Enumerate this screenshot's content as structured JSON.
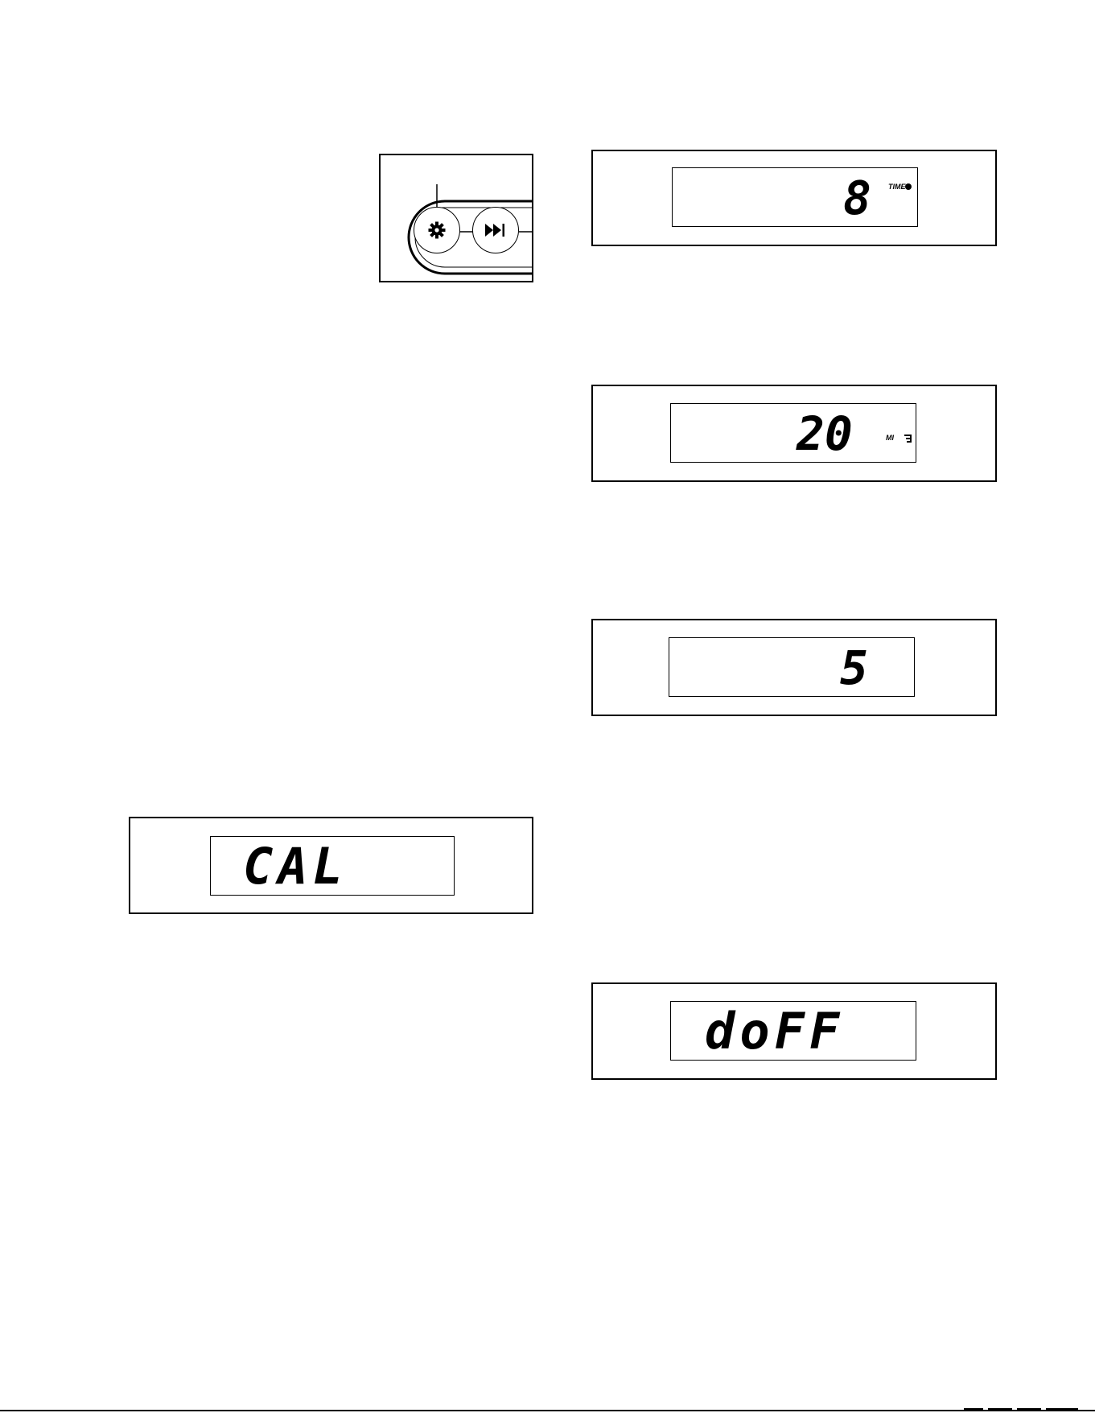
{
  "button_panel": {
    "settings_icon": "gear-icon",
    "skip_icon": "skip-forward-icon"
  },
  "display_time": {
    "value": "8",
    "label": "TIME"
  },
  "display_distance": {
    "value": "20",
    "label": "MI"
  },
  "display_five": {
    "value": "5"
  },
  "display_cal": {
    "value": "CAL"
  },
  "display_doff": {
    "value": "doFF"
  }
}
